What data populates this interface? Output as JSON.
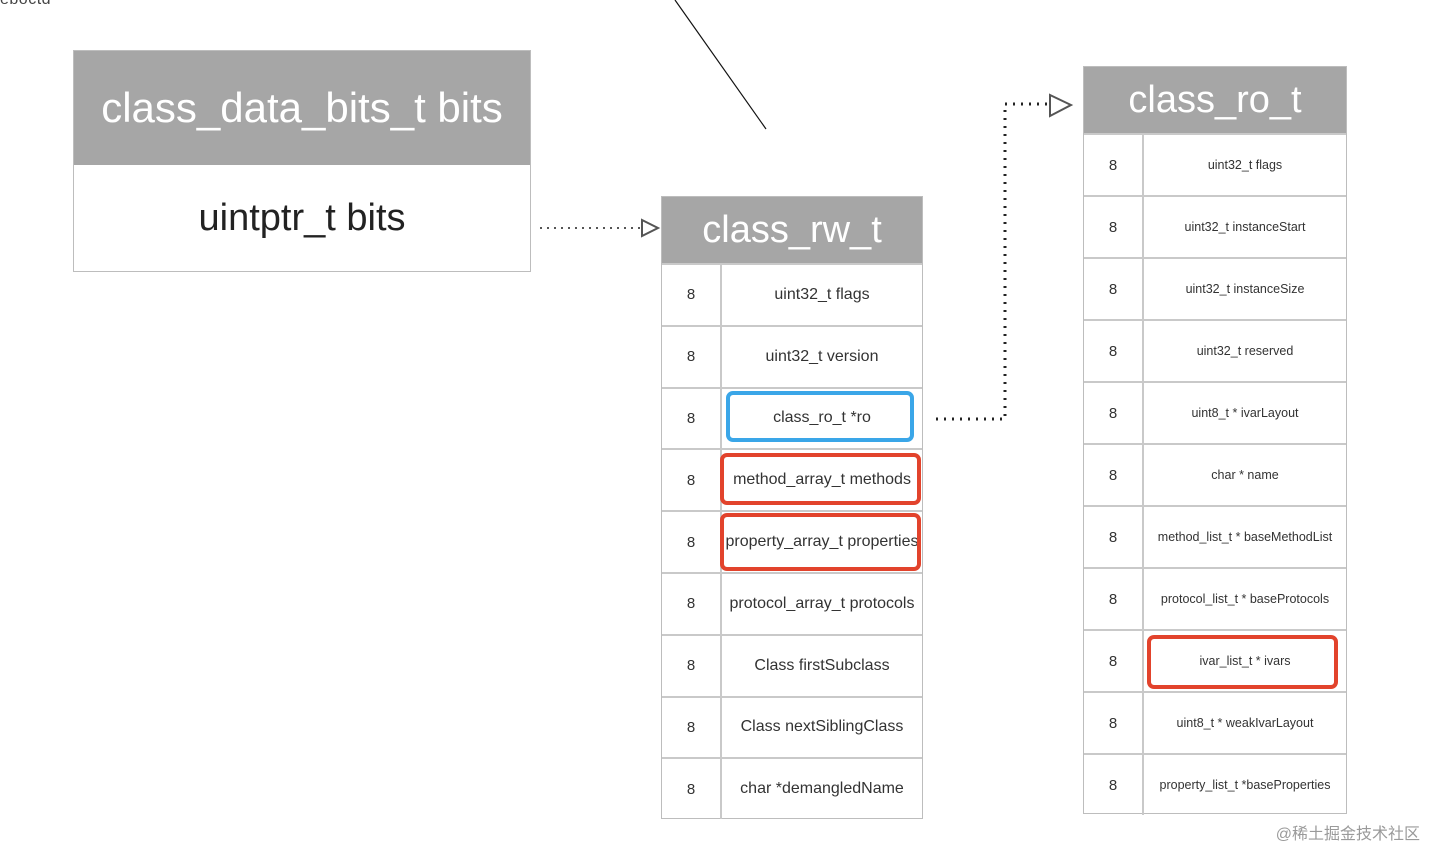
{
  "corner_text": "eboctd",
  "bits_box": {
    "title": "class_data_bits_t bits",
    "content": "uintptr_t bits"
  },
  "class_rw_t": {
    "title": "class_rw_t",
    "rows": [
      {
        "size": "8",
        "field": "uint32_t flags"
      },
      {
        "size": "8",
        "field": "uint32_t version"
      },
      {
        "size": "8",
        "field": "class_ro_t *ro",
        "highlight": "blue"
      },
      {
        "size": "8",
        "field": "method_array_t methods",
        "highlight": "red"
      },
      {
        "size": "8",
        "field": "property_array_t properties",
        "highlight": "red"
      },
      {
        "size": "8",
        "field": "protocol_array_t protocols"
      },
      {
        "size": "8",
        "field": "Class firstSubclass"
      },
      {
        "size": "8",
        "field": "Class nextSiblingClass"
      },
      {
        "size": "8",
        "field": "char *demangledName"
      }
    ]
  },
  "class_ro_t": {
    "title": "class_ro_t",
    "rows": [
      {
        "size": "8",
        "field": "uint32_t flags"
      },
      {
        "size": "8",
        "field": "uint32_t instanceStart"
      },
      {
        "size": "8",
        "field": "uint32_t instanceSize"
      },
      {
        "size": "8",
        "field": "uint32_t reserved"
      },
      {
        "size": "8",
        "field": "uint8_t * ivarLayout"
      },
      {
        "size": "8",
        "field": "char * name"
      },
      {
        "size": "8",
        "field": "method_list_t * baseMethodList"
      },
      {
        "size": "8",
        "field": "protocol_list_t * baseProtocols"
      },
      {
        "size": "8",
        "field": "ivar_list_t * ivars",
        "highlight": "red"
      },
      {
        "size": "8",
        "field": "uint8_t * weakIvarLayout"
      },
      {
        "size": "8",
        "field": "property_list_t *baseProperties"
      }
    ]
  },
  "colors": {
    "header_bg": "#a6a6a6",
    "highlight_blue": "#3aa6e8",
    "highlight_red": "#e2432c"
  },
  "watermark": "@稀土掘金技术社区"
}
